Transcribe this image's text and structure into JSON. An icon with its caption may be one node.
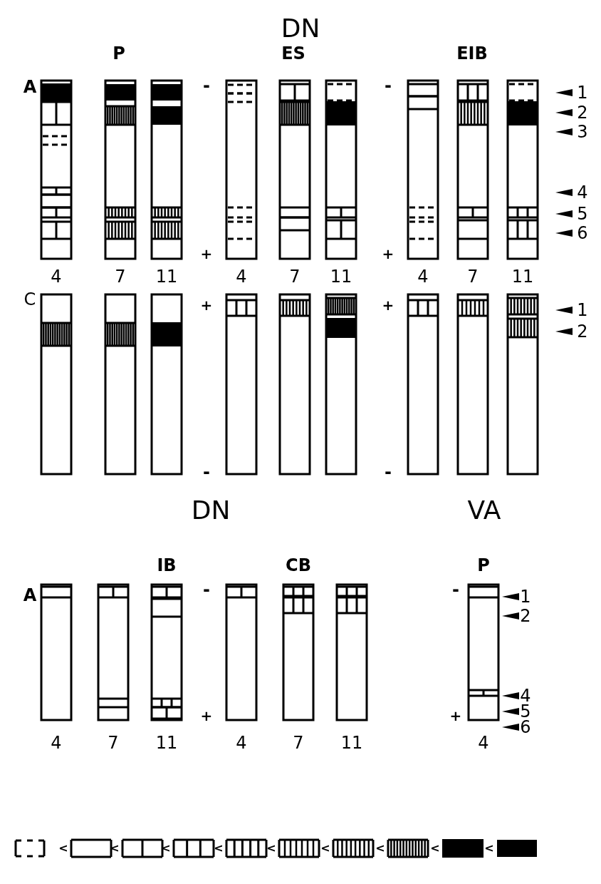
{
  "diagram": {
    "labels": [
      "DN",
      "P",
      "ES",
      "EIB",
      "A",
      "-",
      "-",
      "1",
      "2",
      "3",
      "4",
      "5",
      "6",
      "+",
      "+",
      "4",
      "7",
      "11",
      "4",
      "7",
      "11",
      "4",
      "7",
      "11",
      "C",
      "+",
      "+",
      "1",
      "2",
      "-",
      "-",
      "DN",
      "VA",
      "IB",
      "CB",
      "P",
      "A",
      "-",
      "-",
      "1",
      "2",
      "4",
      "5",
      "6",
      "+",
      "+",
      "4",
      "7",
      "11",
      "4",
      "7",
      "11",
      "4",
      "<",
      "<",
      "<",
      "<",
      "<",
      "<",
      "<",
      "<",
      "<"
    ]
  }
}
